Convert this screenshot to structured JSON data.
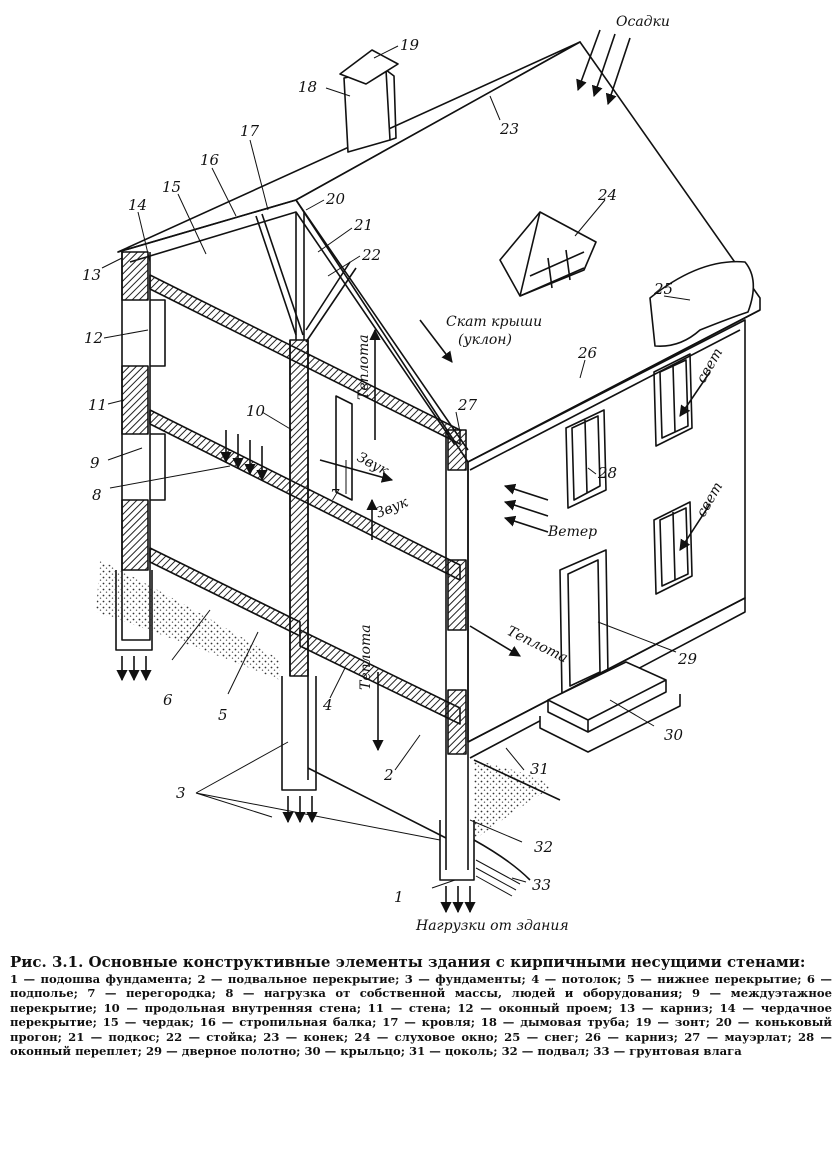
{
  "figure": {
    "numbers": [
      "1",
      "2",
      "3",
      "4",
      "5",
      "6",
      "7",
      "8",
      "9",
      "10",
      "11",
      "12",
      "13",
      "14",
      "15",
      "16",
      "17",
      "18",
      "19",
      "20",
      "21",
      "22",
      "23",
      "24",
      "25",
      "26",
      "27",
      "28",
      "29",
      "30",
      "31",
      "32",
      "33"
    ],
    "labels": {
      "precipitation": "Осадки",
      "roof_slope_1": "Скат крыши",
      "roof_slope_2": "(уклон)",
      "heat_upper": "Теплота",
      "heat_lower": "Теплота",
      "heat_outside": "Теплота",
      "sound_1": "Звук",
      "sound_2": "Звук",
      "wind": "Ветер",
      "light_upper": "свет",
      "light_lower": "свет",
      "loads": "Нагрузки от здания"
    }
  },
  "caption": {
    "title": "Рис. 3.1. Основные конструктивные элементы здания с кирпичными несущими стенами:",
    "list": "1 — подошва фундамента; 2 — подвальное перекрытие; 3 — фундаменты; 4 — потолок; 5 — нижнее перекрытие; 6 — подполье; 7 — перегородка; 8 — нагрузка от собственной массы, людей и оборудования; 9 — междуэтажное перекрытие; 10 — продольная внутренняя стена; 11 — стена; 12 — оконный проем; 13 — карниз; 14 — чердачное перекрытие; 15 — чердак; 16 — стропильная балка; 17 — кровля; 18 — дымовая труба; 19 — зонт; 20 — коньковый прогон; 21 — подкос; 22 — стойка; 23 — конек; 24 — слуховое окно; 25 — снег; 26 — карниз; 27 — мауэрлат; 28 — оконный переплет; 29 — дверное полотно; 30 — крыльцо; 31 — цоколь; 32 — подвал; 33 — грунтовая влага"
  }
}
